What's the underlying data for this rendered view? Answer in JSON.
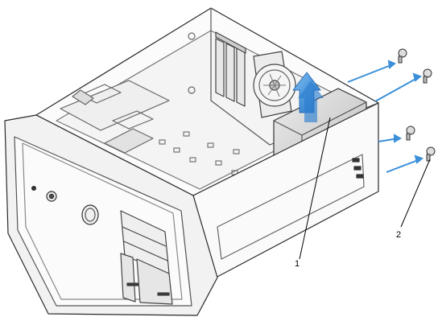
{
  "diagram": {
    "callouts": [
      {
        "label": "1",
        "target": "power-supply"
      },
      {
        "label": "2",
        "target": "screws"
      }
    ]
  },
  "colors": {
    "line": "#2a2a2a",
    "arrow_blue": "#3a8fd8",
    "arrow_lift": "#2e7fd0",
    "psu": "#d6d6d6"
  }
}
